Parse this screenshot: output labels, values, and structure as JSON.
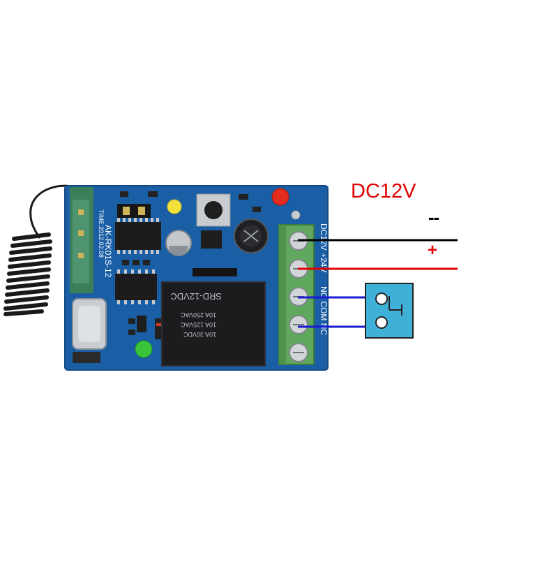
{
  "power_label": "DC12V",
  "minus_label": "--",
  "plus_label": "+",
  "board": {
    "model": "AK-RK01S-12",
    "date": "TIME:2012.02.08",
    "terminal_label": "DC12V +24V",
    "output_label": "NO COM NC"
  },
  "relay": {
    "model": "SRD-12VDC",
    "specs": [
      "10A 250VAC",
      "10A 125VAC",
      "10A 30VDC"
    ]
  },
  "colors": {
    "board": "#1a5fa6",
    "terminal": "#5fa85e",
    "wire_negative": "#000000",
    "wire_positive": "#e00000",
    "wire_switch": "#1a1ad4",
    "switch_box": "#3fb1d9",
    "power_text": "#e00000"
  }
}
